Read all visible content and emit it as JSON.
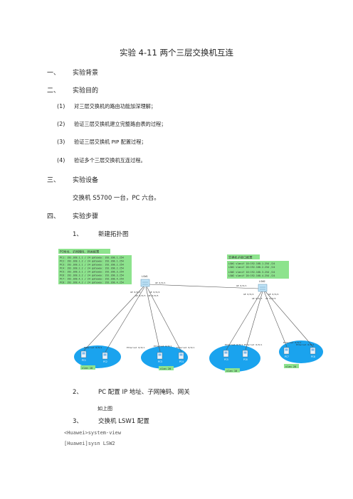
{
  "title": "实验 4-11  两个三层交换机互连",
  "sections": [
    {
      "num": "一、",
      "label": "实验背景"
    },
    {
      "num": "二、",
      "label": "实验目的"
    },
    {
      "num": "三、",
      "label": "实验设备"
    },
    {
      "num": "四、",
      "label": "实验步骤"
    }
  ],
  "objectives": [
    {
      "num": "(1)",
      "text": "对三层交换机的路由功能加深理解；"
    },
    {
      "num": "(2)",
      "text": "验证三层交换机建立完整路由表的过程；"
    },
    {
      "num": "(3)",
      "text": "验证三层交换机 PIP 配置过程；"
    },
    {
      "num": "(4)",
      "text": "验证多个三层交换机互连过程。"
    }
  ],
  "equipment": "交换机 S5700 一台，PC 六台。",
  "steps": [
    {
      "num": "1、",
      "label": "新建拓扑图"
    },
    {
      "num": "2、",
      "label": "PC 配置 IP 地址、子网掩码、网关"
    },
    {
      "num": "3、",
      "label": "交换机 LSW1 配置"
    }
  ],
  "step2_note": "如上图",
  "code_lines": [
    "<Huawei>system-view",
    "[Huawei]sysn LSW2"
  ],
  "diagram": {
    "left_note_title": "PC地址、子网掩码、网关配置",
    "left_note_lines": [
      "PC1: 192.168.1.1 / 24  gateway: 192.168.1.254",
      "PC2: 192.168.1.2 / 24  gateway: 192.168.1.254",
      "PC3: 192.168.2.1 / 24  gateway: 192.168.2.254",
      "PC4: 192.168.2.2 / 24  gateway: 192.168.2.254",
      "PC5: 192.168.3.1 / 24  gateway: 192.168.3.254",
      "PC6: 192.168.3.2 / 24  gateway: 192.168.3.254",
      "PC7: 192.168.4.1 / 24  gateway: 192.168.4.254",
      "PC8: 192.168.4.2 / 24  gateway: 192.168.4.254"
    ],
    "right_note_title": "交换机子接口配置",
    "right_note_lines": [
      "LSW1  vlanif 10:192.168.1.254 /24",
      "LSW1  vlanif 20:192.168.2.254 /24",
      "LSW2  vlanif 10:192.168.3.254 /24",
      "LSW2  vlanif 20:192.168.4.254 /24"
    ],
    "switch_left": "LSW1",
    "switch_right": "LSW2",
    "trunk_left_port": "GE 0/0/1",
    "trunk_right_port": "GE 0/0/1",
    "left_ports": [
      "GE 0/0/2",
      "GE 0/0/3",
      "GE 0/0/4",
      "GE 0/0/5"
    ],
    "right_ports": [
      "GE 0/0/2",
      "GE 0/0/3",
      "GE 0/0/4",
      "GE 0/0/5"
    ],
    "pc_port": "Ethernet 0/0/1",
    "pcs": [
      "PC1",
      "PC2",
      "PC3",
      "PC4",
      "PC5",
      "PC6",
      "PC7",
      "PC8"
    ],
    "vlans": [
      "vlan 10",
      "vlan 20",
      "vlan 10",
      "vlan 20"
    ]
  }
}
